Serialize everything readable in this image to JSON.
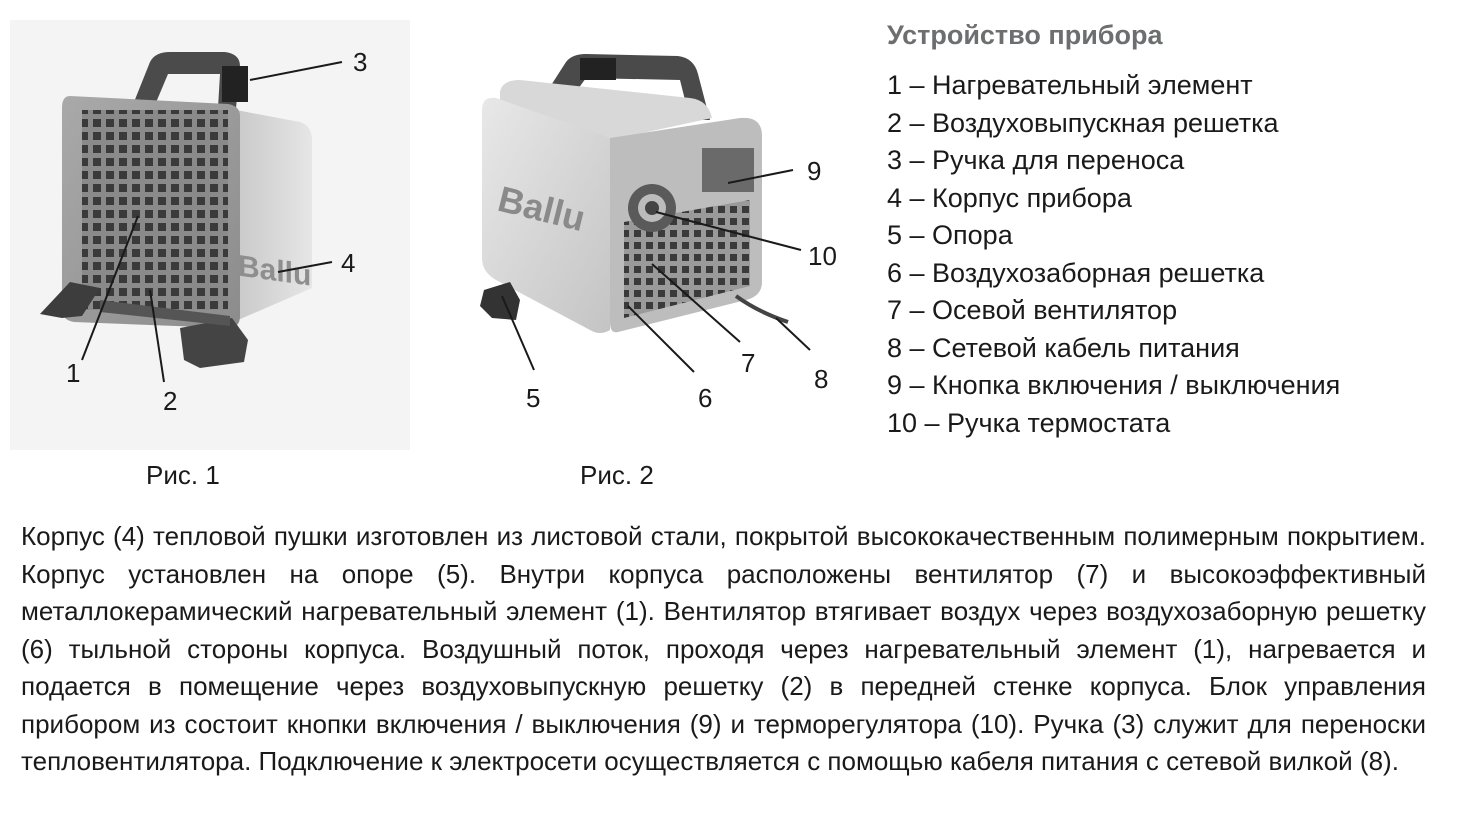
{
  "figure1": {
    "caption": "Рис. 1",
    "brand": "Ballu",
    "callouts": [
      "1",
      "2",
      "3",
      "4"
    ]
  },
  "figure2": {
    "caption": "Рис. 2",
    "brand": "Ballu",
    "callouts": [
      "5",
      "6",
      "7",
      "8",
      "9",
      "10"
    ]
  },
  "legend": {
    "title": "Устройство прибора",
    "items": [
      "1 – Нагревательный элемент",
      "2 – Воздуховыпускная решетка",
      "3 – Ручка для переноса",
      "4 – Корпус прибора",
      "5 – Опора",
      "6 – Воздухозаборная решетка",
      "7 – Осевой вентилятор",
      "8 – Сетевой кабель питания",
      "9 – Кнопка включения / выключения",
      "10 – Ручка термостата"
    ]
  },
  "description": "Корпус (4) тепловой пушки изготовлен из листовой стали, покрытой высококачественным полимерным покрытием. Корпус установлен на опоре (5). Внутри корпуса расположены вентилятор (7) и высоко­эффективный металлокерамический нагревательный элемент (1). Вентилятор втягивает воздух через воздухозаборную решетку (6) тыльной стороны корпуса. Воздушный поток, проходя через нагрева­тельный элемент (1), нагревается и подается в помещение через воздуховыпускную решетку (2) в пе­редней стенке корпуса. Блок управления прибором из состоит кнопки включения / выключения (9) и терморегулятора (10). Ручка (3) служит для переноски тепловентилятора. Подключение к электросети осуществляется с помощью кабеля питания с сетевой вилкой (8)."
}
